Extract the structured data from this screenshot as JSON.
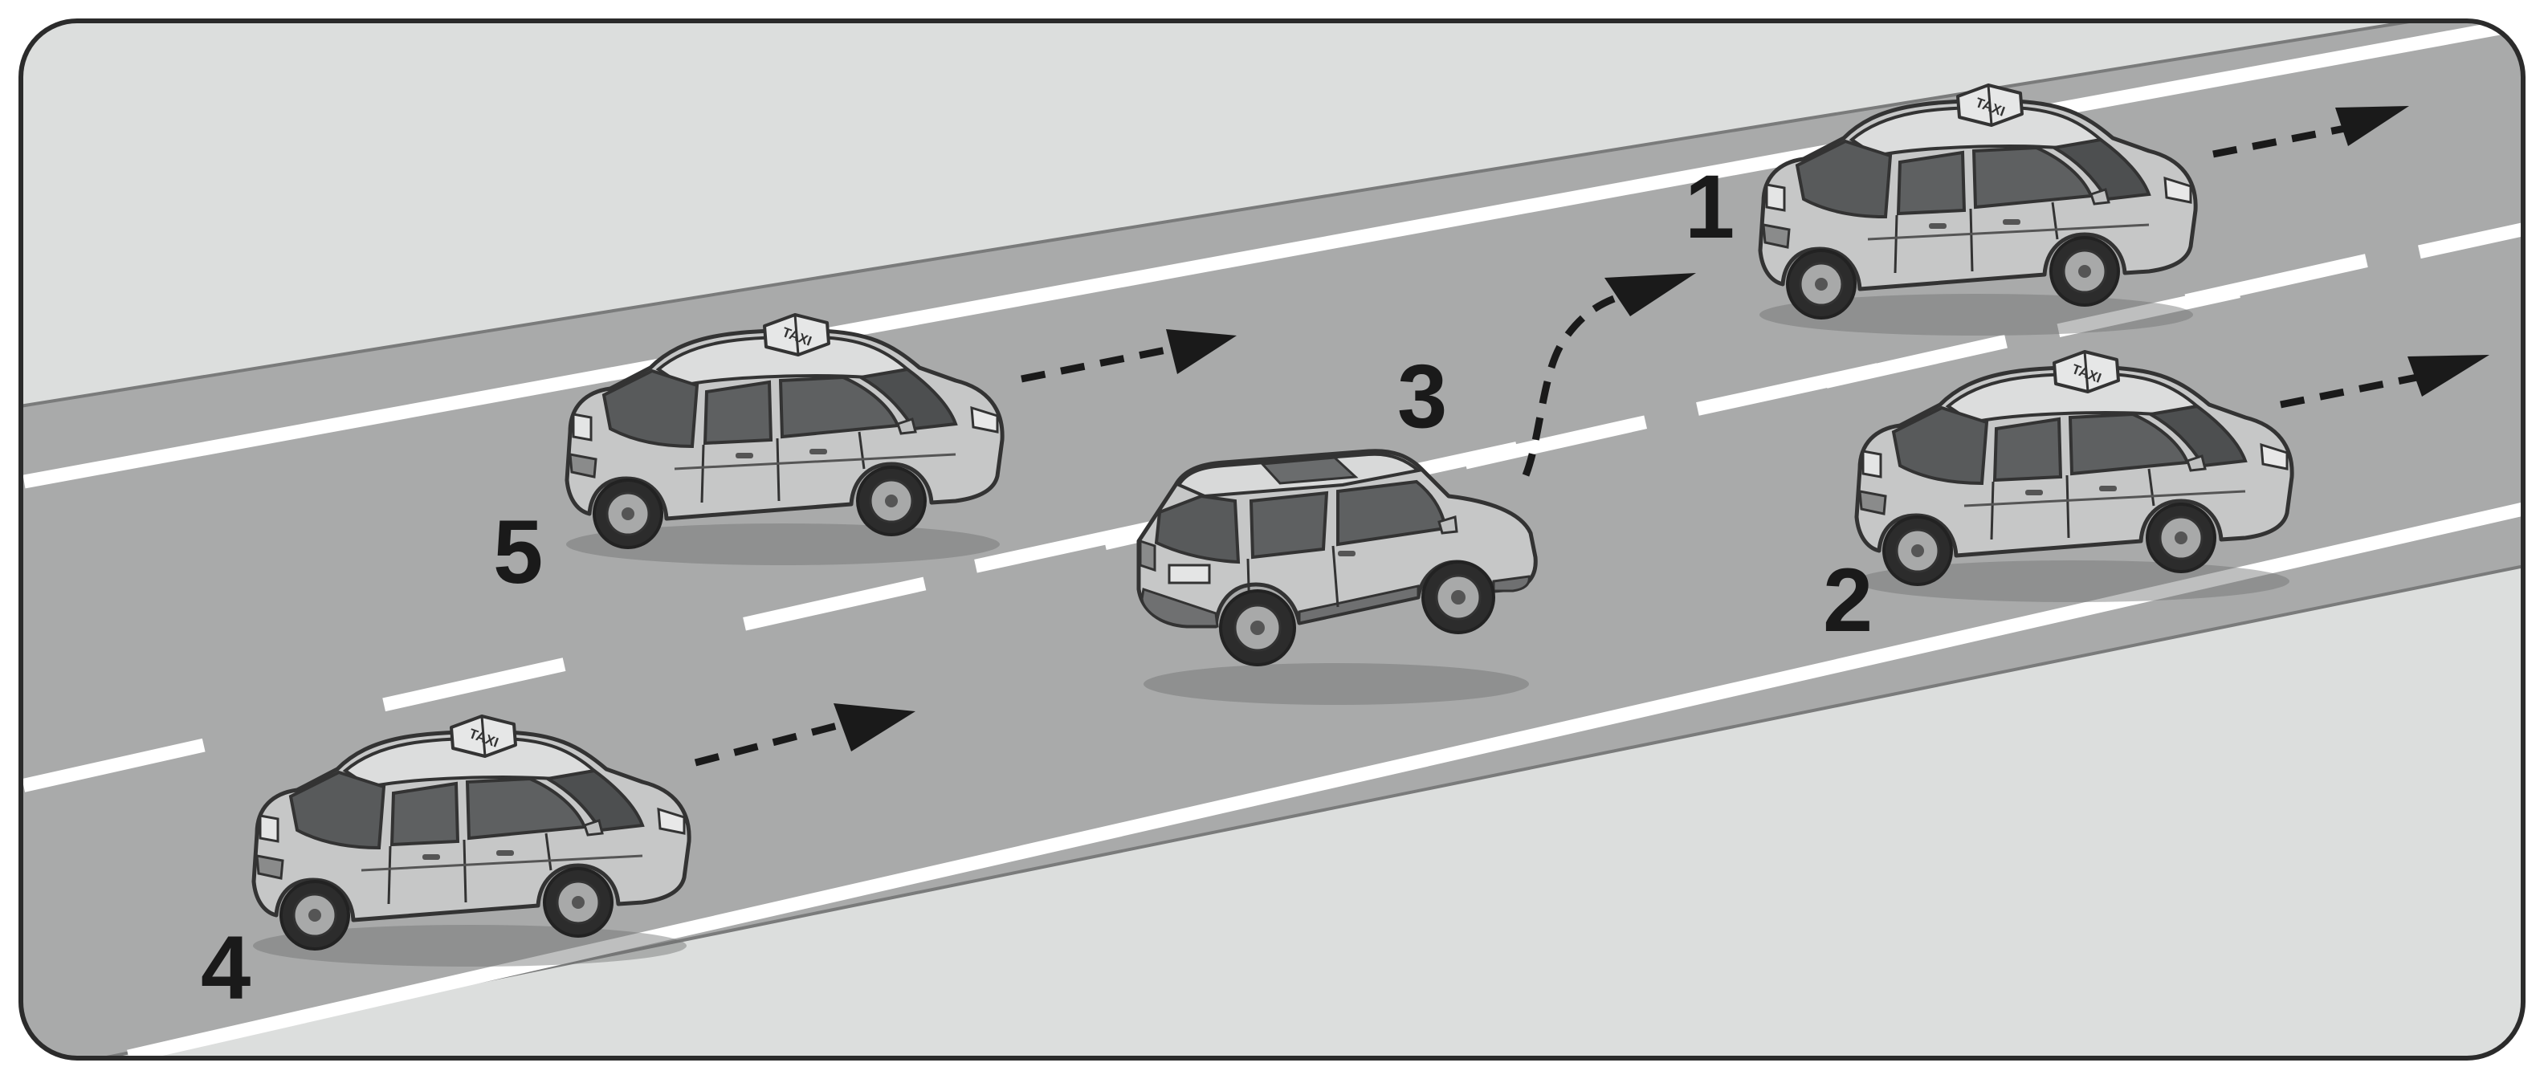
{
  "car_labels": {
    "car_1": "1",
    "car_2": "2",
    "car_3": "3",
    "car_4": "4",
    "car_5": "5"
  },
  "taxi_sign_text": "TAXI",
  "colors": {
    "frame": "#2b2b2b",
    "roadside": "#dcdedd",
    "asphalt": "#a9aaaa",
    "lane_marking": "#ffffff",
    "car_body": "#c6c7c7",
    "outline": "#333333",
    "window": "#585a5b",
    "arrow": "#1a1a1a"
  }
}
